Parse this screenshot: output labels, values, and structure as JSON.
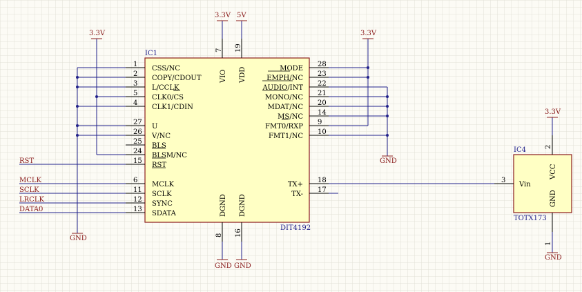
{
  "ic1": {
    "designator": "IC1",
    "part": "DIT4192",
    "left_pins": [
      {
        "num": "1",
        "name": "CSS/NC"
      },
      {
        "num": "2",
        "name": "COPY/CDOUT"
      },
      {
        "num": "3",
        "name": "L/CCLK"
      },
      {
        "num": "5",
        "name": "CLK0/CS"
      },
      {
        "num": "4",
        "name": "CLK1/CDIN"
      },
      {
        "num": "27",
        "name": "U"
      },
      {
        "num": "26",
        "name": "V/NC"
      },
      {
        "num": "25",
        "name": "BLS"
      },
      {
        "num": "24",
        "name": "BLSM/NC"
      },
      {
        "num": "15",
        "name": "RST"
      },
      {
        "num": "6",
        "name": "MCLK"
      },
      {
        "num": "11",
        "name": "SCLK"
      },
      {
        "num": "12",
        "name": "SYNC"
      },
      {
        "num": "13",
        "name": "SDATA"
      }
    ],
    "right_pins": [
      {
        "num": "28",
        "name": "MODE"
      },
      {
        "num": "23",
        "name": "EMPH/NC"
      },
      {
        "num": "22",
        "name": "AUDIO/INT"
      },
      {
        "num": "21",
        "name": "MONO/NC"
      },
      {
        "num": "20",
        "name": "MDAT/NC"
      },
      {
        "num": "14",
        "name": "MS/NC"
      },
      {
        "num": "9",
        "name": "FMT0/RXP"
      },
      {
        "num": "10",
        "name": "FMT1/NC"
      },
      {
        "num": "18",
        "name": "TX+"
      },
      {
        "num": "17",
        "name": "TX-"
      }
    ],
    "top_pins": [
      {
        "num": "7",
        "name": "VIO"
      },
      {
        "num": "19",
        "name": "VDD"
      }
    ],
    "bottom_pins": [
      {
        "num": "8",
        "name": "DGND"
      },
      {
        "num": "16",
        "name": "DGND"
      }
    ]
  },
  "ic4": {
    "designator": "IC4",
    "part": "TOTX173",
    "pins": [
      {
        "num": "3",
        "name": "Vin"
      },
      {
        "num": "2",
        "name": "VCC"
      },
      {
        "num": "1",
        "name": "GND"
      }
    ]
  },
  "power": {
    "v33": "3.3V",
    "v5": "5V",
    "gnd": "GND"
  },
  "nets": [
    "RST",
    "MCLK",
    "SCLK",
    "LRCLK",
    "DATA0"
  ]
}
